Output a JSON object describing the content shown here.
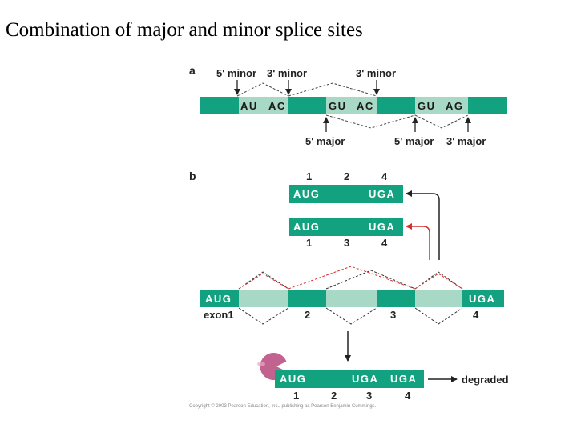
{
  "slide": {
    "title": "Combination of major and minor splice sites"
  },
  "colors": {
    "exon": "#13a27f",
    "intron": "#a8d8c6",
    "arrow_black": "#222222",
    "arrow_red": "#d62e2e",
    "ribosome": "#c2628e"
  },
  "panel_a": {
    "label": "a",
    "top_labels": [
      "5' minor",
      "3' minor",
      "3' minor"
    ],
    "bottom_labels": [
      "5' major",
      "5' major",
      "3' major"
    ],
    "seg1_left": "AU",
    "seg1_right": "AC",
    "seg2_left": "GU",
    "seg2_right": "AC",
    "seg3_left": "GU",
    "seg3_right": "AG"
  },
  "panel_b": {
    "label": "b",
    "mrna1": {
      "start": "AUG",
      "stop": "UGA",
      "exon_numbers": [
        "1",
        "2",
        "4"
      ]
    },
    "mrna2": {
      "start": "AUG",
      "stop": "UGA",
      "exon_numbers": [
        "1",
        "3",
        "4"
      ]
    },
    "gene": {
      "start": "AUG",
      "stop": "UGA",
      "exon_labels": [
        "exon1",
        "2",
        "3",
        "4"
      ]
    },
    "mrna3": {
      "start": "AUG",
      "stop1": "UGA",
      "stop2": "UGA",
      "exon_numbers": [
        "1",
        "2",
        "3",
        "4"
      ],
      "fate": "degraded"
    }
  },
  "credit": {
    "left": "Copyright © 2003 Pearson Education, Inc., publishing as Pearson Benjamin Cummings."
  }
}
